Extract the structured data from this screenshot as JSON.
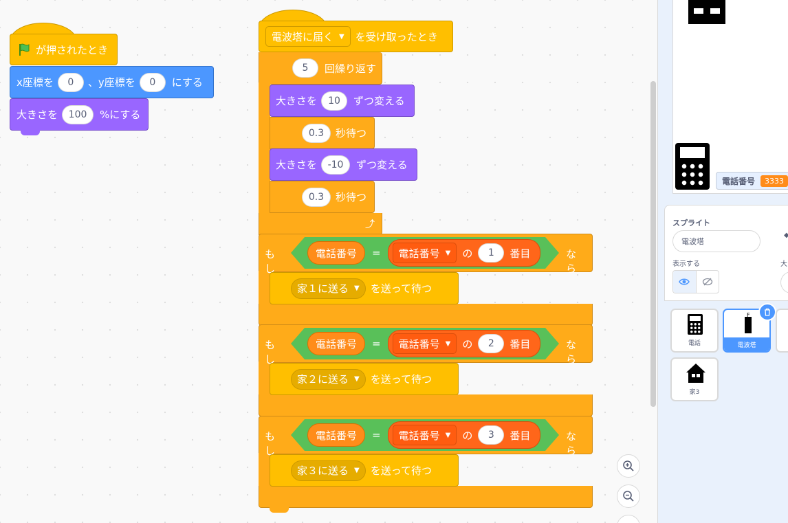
{
  "blocks": {
    "flag_hat": {
      "label": "が押されたとき"
    },
    "goto_xy": {
      "label_x": "x座標を",
      "x": "0",
      "sep": "、y座標を",
      "y": "0",
      "suffix": "にする"
    },
    "set_size": {
      "label": "大きさを",
      "value": "100",
      "suffix": "%にする"
    },
    "receive_hat": {
      "message": "電波塔に届く",
      "suffix": "を受け取ったとき"
    },
    "repeat": {
      "count": "5",
      "label": "回繰り返す"
    },
    "change_size_1": {
      "label": "大きさを",
      "value": "10",
      "suffix": "ずつ変える"
    },
    "wait_1": {
      "value": "0.3",
      "label": "秒待つ"
    },
    "change_size_2": {
      "label": "大きさを",
      "value": "-10",
      "suffix": "ずつ変える"
    },
    "wait_2": {
      "value": "0.3",
      "label": "秒待つ"
    },
    "if_blocks": [
      {
        "if_label": "もし",
        "var": "電話番号",
        "eq": "=",
        "list": "電話番号",
        "of": "の",
        "index": "1",
        "nth": "番目",
        "then": "なら",
        "message": "家１に送る",
        "send": "を送って待つ"
      },
      {
        "if_label": "もし",
        "var": "電話番号",
        "eq": "=",
        "list": "電話番号",
        "of": "の",
        "index": "2",
        "nth": "番目",
        "then": "なら",
        "message": "家２に送る",
        "send": "を送って待つ"
      },
      {
        "if_label": "もし",
        "var": "電話番号",
        "eq": "=",
        "list": "電話番号",
        "of": "の",
        "index": "3",
        "nth": "番目",
        "then": "なら",
        "message": "家３に送る",
        "send": "を送って待つ"
      }
    ]
  },
  "zoom": {
    "in": "+",
    "out": "−"
  },
  "stage": {
    "var_monitor_label": "電話番号",
    "var_monitor_value": "3333"
  },
  "sprite_panel": {
    "title": "スプライト",
    "name_value": "電波塔",
    "show_label": "表示する",
    "size_label_partial": "大"
  },
  "sprites": [
    {
      "name": "電話"
    },
    {
      "name": "電波塔"
    },
    {
      "name": "家3"
    }
  ],
  "colors": {
    "control": "#ffab19",
    "events": "#ffbf00",
    "motion": "#4c97ff",
    "looks": "#9966ff",
    "operators": "#59c059",
    "variables": "#ff8c1a",
    "accent": "#4c97ff"
  }
}
